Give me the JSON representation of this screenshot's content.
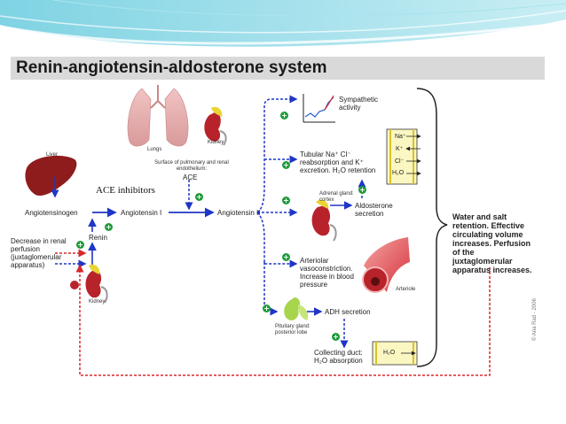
{
  "title": "Renin-angiotensin-aldosterone system",
  "labels": {
    "liver": "Liver",
    "lungs": "Lungs",
    "kidney_top": "Kidney",
    "kidney_bottom": "Kidney",
    "surface": "Surface of pulmonary and renal endothelium:",
    "ace": "ACE",
    "angiotensinogen": "Angiotensinogen",
    "angiotensin1": "Angiotensin I",
    "angiotensin2": "Angiotensin II",
    "renin": "Renin",
    "decrease": "Decrease in renal perfusion (juxtaglomerular apparatus)",
    "sympathetic": "Sympathetic activity",
    "tubular": "Tubular Na⁺ Cl⁻ reabsorption and K⁺ excretion. H₂O retention",
    "adrenal": "Adrenal gland: cortex",
    "aldosterone": "Aldosterone secretion",
    "arteriolar": "Arteriolar vasoconstriction. Increase in blood pressure",
    "arteriole": "Arteriole",
    "pituitary": "Pituitary gland: posterior lobe",
    "adh": "ADH secretion",
    "collecting": "Collecting duct: H₂O absorption",
    "water": "Water and salt retention. Effective circulating volume increases. Perfusion of the juxtaglomerular apparatus increases.",
    "ions": [
      "Na⁺",
      "K⁺",
      "Cl⁻",
      "H₂O"
    ],
    "h2o_box": "H₂O",
    "ace_inhibitors": "ACE inhibitors",
    "credit": "© Ana Rad - 2006"
  },
  "colors": {
    "arrow_blue": "#1f36c7",
    "feedback_red": "#d8282a",
    "plus_green": "#1f9b3a",
    "banner_teal": "#5fc6d8"
  }
}
